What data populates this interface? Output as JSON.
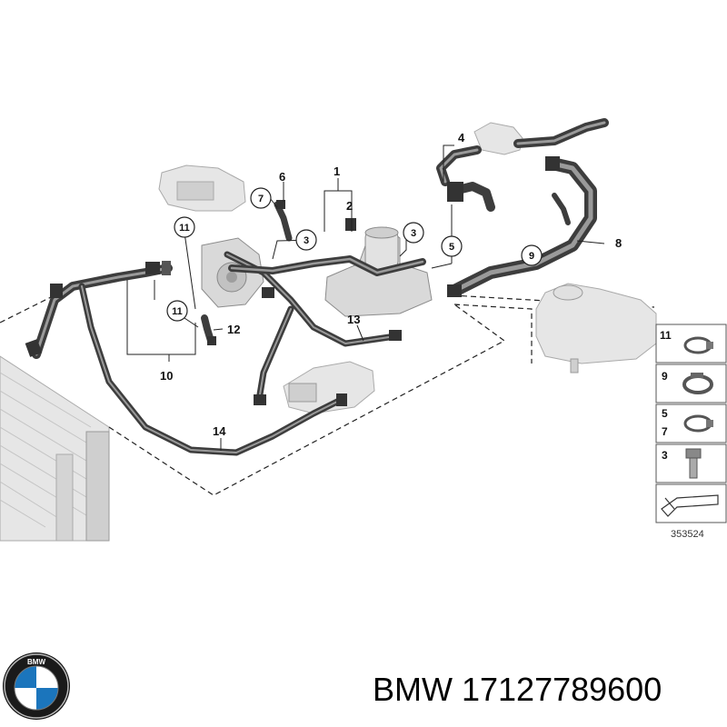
{
  "callouts": {
    "c1": "1",
    "c2": "2",
    "c3a": "3",
    "c3b": "3",
    "c4": "4",
    "c5": "5",
    "c6": "6",
    "c7": "7",
    "c8": "8",
    "c9": "9",
    "c10": "10",
    "c11a": "11",
    "c11b": "11",
    "c12": "12",
    "c13": "13",
    "c14": "14"
  },
  "legend": {
    "items": [
      {
        "labels": [
          "11"
        ],
        "icon": "hose-clamp-icon"
      },
      {
        "labels": [
          "9"
        ],
        "icon": "band-clamp-icon"
      },
      {
        "labels": [
          "5",
          "7"
        ],
        "icon": "hose-clamp-icon"
      },
      {
        "labels": [
          "3"
        ],
        "icon": "bolt-icon"
      },
      {
        "labels": [],
        "icon": "arrow-wedge-icon"
      }
    ],
    "diagram_code": "353524"
  },
  "brand": {
    "logo_letters": "BMW",
    "caption": "BMW 17127789600"
  }
}
